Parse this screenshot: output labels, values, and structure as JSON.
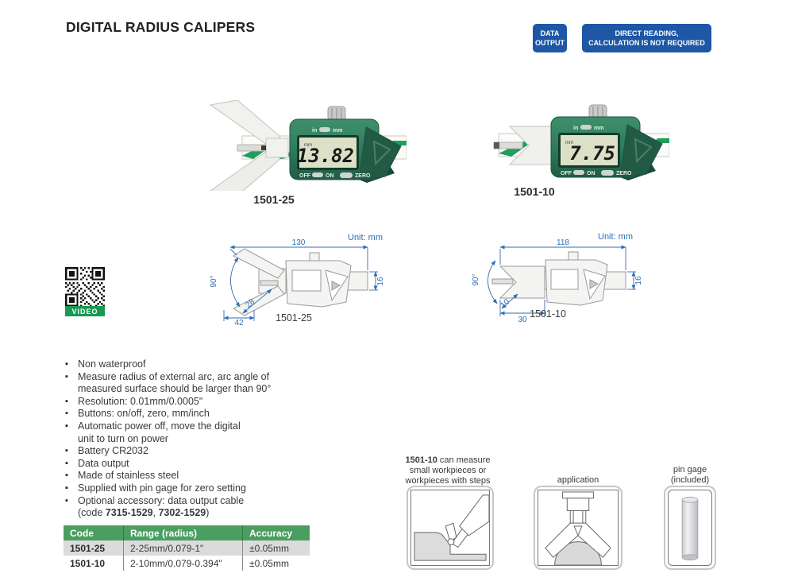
{
  "page": {
    "title": "DIGITAL RADIUS CALIPERS"
  },
  "badges": {
    "data_output": "DATA\nOUTPUT",
    "direct_reading": "DIRECT READING,\nCALCULATION IS NOT REQUIRED"
  },
  "products": [
    {
      "code": "1501-25",
      "display": "13.82"
    },
    {
      "code": "1501-10",
      "display": "7.75"
    }
  ],
  "caliper_labels": {
    "in": "in",
    "mm": "mm",
    "off": "OFF",
    "on": "ON",
    "zero": "ZERO",
    "lcd_unit": "mm"
  },
  "drawings": [
    {
      "unit_label": "Unit: mm",
      "code": "1501-25",
      "dims": {
        "length": "130",
        "height": "16",
        "angle": "90°",
        "jaw_depth": "28",
        "jaw_width": "42"
      }
    },
    {
      "unit_label": "Unit: mm",
      "code": "1501-10",
      "dims": {
        "length": "118",
        "height": "16",
        "angle": "90°",
        "jaw_depth": "10",
        "jaw_width": "30"
      }
    }
  ],
  "video": {
    "label": "VIDEO"
  },
  "features": {
    "items": [
      {
        "line1": "Non waterproof"
      },
      {
        "line1": "Measure radius of external arc, arc angle of",
        "line2": "measured surface should be larger than 90°"
      },
      {
        "line1": "Resolution: 0.01mm/0.0005\""
      },
      {
        "line1": "Buttons: on/off, zero, mm/inch"
      },
      {
        "line1": "Automatic power off, move the digital",
        "line2": "unit to turn on power"
      },
      {
        "line1": "Battery CR2032"
      },
      {
        "line1": "Data output"
      },
      {
        "line1": "Made of stainless steel"
      },
      {
        "line1": "Supplied with pin gage for zero setting"
      },
      {
        "line1": "Optional accessory: data output cable"
      }
    ],
    "codes": {
      "prefix": "(code ",
      "code1": "7315-1529",
      "sep": ", ",
      "code2": "7302-1529",
      "suffix": ")"
    }
  },
  "table": {
    "headers": [
      "Code",
      "Range (radius)",
      "Accuracy"
    ],
    "rows": [
      [
        "1501-25",
        "2-25mm/0.079-1\"",
        "±0.05mm"
      ],
      [
        "1501-10",
        "2-10mm/0.079-0.394\"",
        "±0.05mm"
      ]
    ]
  },
  "panels": {
    "note_bold": "1501-10",
    "note_rest": " can measure",
    "note_line2": "small workpieces or",
    "note_line3": "workpieces with steps",
    "application_label": "application",
    "pin_line1": "pin gage",
    "pin_line2": "(included)"
  },
  "colors": {
    "badge_blue": "#1d57a5",
    "table_green": "#4a9e60",
    "video_green": "#179a52",
    "dimension_blue": "#2f6db5",
    "caliper_green": "#2f7c5c"
  }
}
